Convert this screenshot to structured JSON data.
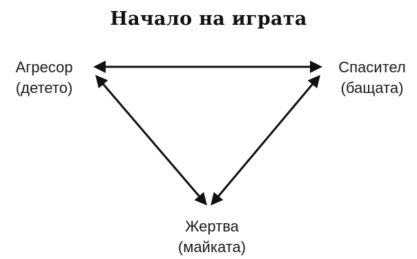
{
  "title": "Начало на играта",
  "nodes": {
    "aggressor": {
      "role": "Агресор",
      "person": "(детето)"
    },
    "rescuer": {
      "role": "Спасител",
      "person": "(бащата)"
    },
    "victim": {
      "role": "Жертва",
      "person": "(майката)"
    }
  },
  "edges": [
    {
      "from": "aggressor",
      "to": "rescuer",
      "direction": "both"
    },
    {
      "from": "aggressor",
      "to": "victim",
      "direction": "both"
    },
    {
      "from": "rescuer",
      "to": "victim",
      "direction": "both"
    }
  ],
  "colors": {
    "ink": "#111111",
    "background": "#ffffff"
  }
}
